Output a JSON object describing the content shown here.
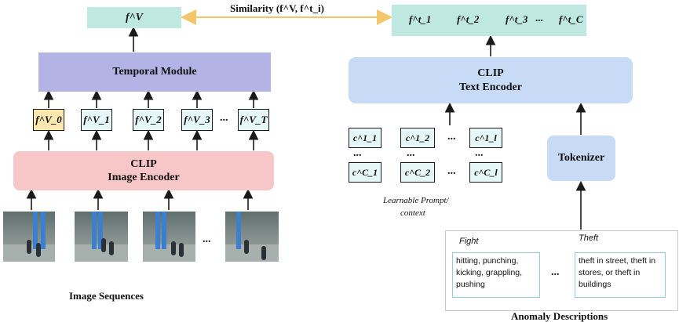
{
  "left": {
    "top_feature": "f^V",
    "temporal_module": "Temporal Module",
    "frame_features": [
      "f^V_0",
      "f^V_1",
      "f^V_2",
      "f^V_3",
      "f^V_T"
    ],
    "feature_ellipsis": "...",
    "image_encoder_line1": "CLIP",
    "image_encoder_line2": "Image Encoder",
    "frame_ellipsis": "...",
    "caption": "Image Sequences"
  },
  "similarity_label": "Similarity (f^V, f^t_i)",
  "right": {
    "text_features": [
      "f^t_1",
      "f^t_2",
      "f^t_3",
      "f^t_C"
    ],
    "text_features_ellipsis": "...",
    "text_encoder_line1": "CLIP",
    "text_encoder_line2": "Text Encoder",
    "prompt_row1": [
      "c^1_1",
      "c^1_2",
      "c^1_l"
    ],
    "prompt_row2": [
      "c^C_1",
      "c^C_2",
      "c^C_l"
    ],
    "prompt_vertical_dots": [
      "...",
      "...",
      "..."
    ],
    "prompt_row_ellipsis": "...",
    "prompt_caption_line1": "Learnable Prompt/",
    "prompt_caption_line2": "context",
    "tokenizer": "Tokenizer",
    "descriptions": {
      "label_fight": "Fight",
      "text_fight": "hitting, punching, kicking, grappling, pushing",
      "ellipsis": "...",
      "label_theft": "Theft",
      "text_theft": "theft in street, theft in stores, or theft in buildings"
    },
    "caption": "Anomaly Descriptions"
  },
  "colors": {
    "teal_box": "#bfe8e0",
    "temporal_box": "#b3b3e6",
    "image_encoder": "#f7c6c6",
    "text_encoder": "#c7dbf7",
    "tokenizer": "#c7dbf7",
    "feature_box": "#e6f7f7",
    "feature_box_first": "#fce7b0",
    "similarity_arrow": "#f3c66a"
  }
}
